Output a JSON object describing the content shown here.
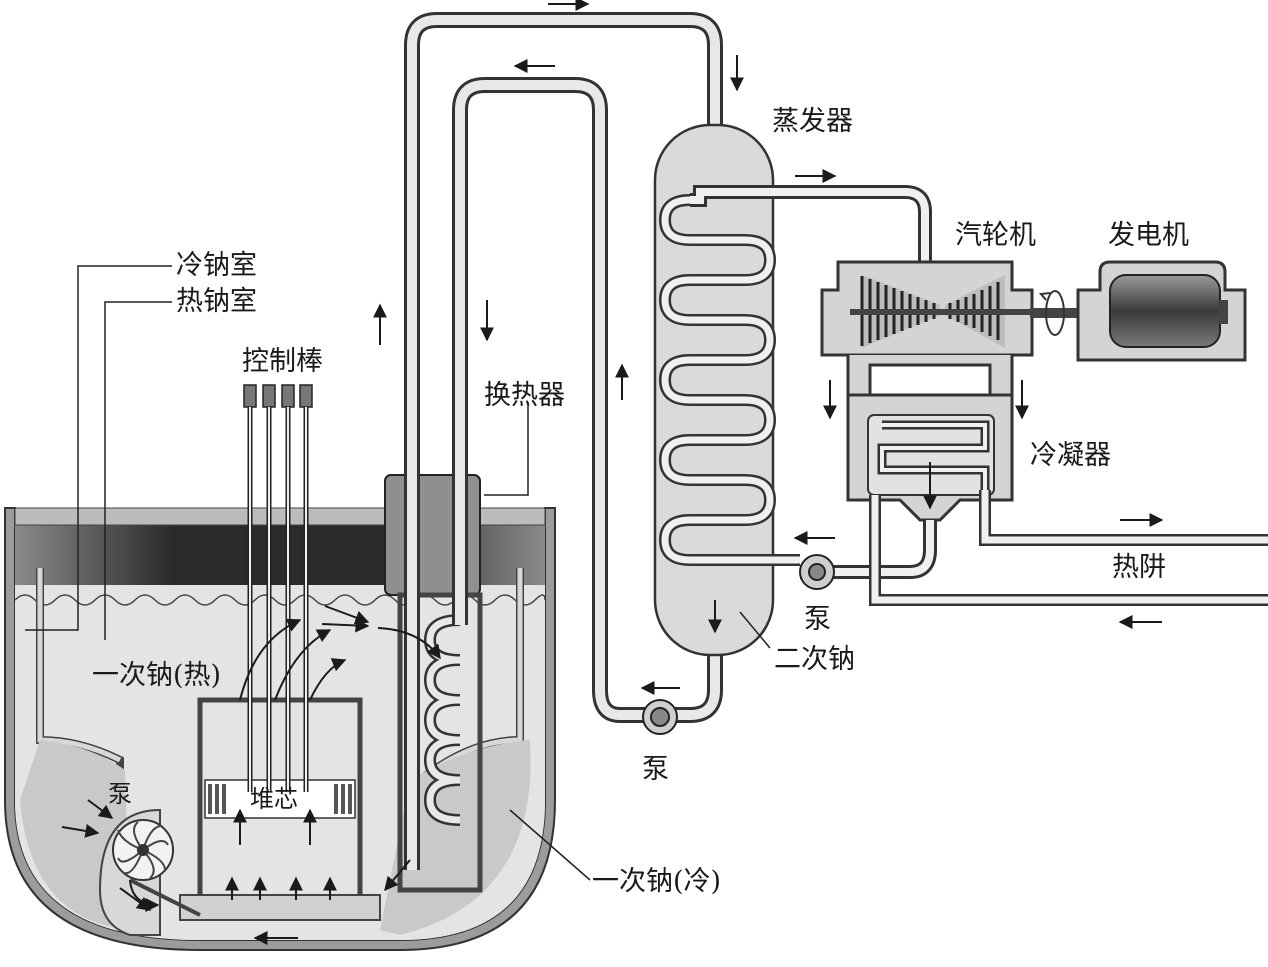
{
  "labels": {
    "cold_chamber": "冷钠室",
    "hot_chamber": "热钠室",
    "control_rods": "控制棒",
    "heat_exchanger": "换热器",
    "steam_generator": "蒸发器",
    "turbine": "汽轮机",
    "generator": "发电机",
    "condenser": "冷凝器",
    "heat_sink": "热阱",
    "pump_secondary": "泵",
    "secondary_sodium": "二次钠",
    "pump_loop": "泵",
    "primary_hot": "一次钠(热)",
    "pump_primary": "泵",
    "core": "堆芯",
    "primary_cold": "一次钠(冷)"
  },
  "colors": {
    "outline": "#3a3a3a",
    "pipe_fill": "#e6e6e6",
    "vessel_fill": "#d4d4d4",
    "sodium_fill": "#e2e2e2",
    "cover_dark": "#3c3c3c",
    "equipment_fill": "#d9d9d9",
    "generator_body": "#5a5a5a"
  }
}
